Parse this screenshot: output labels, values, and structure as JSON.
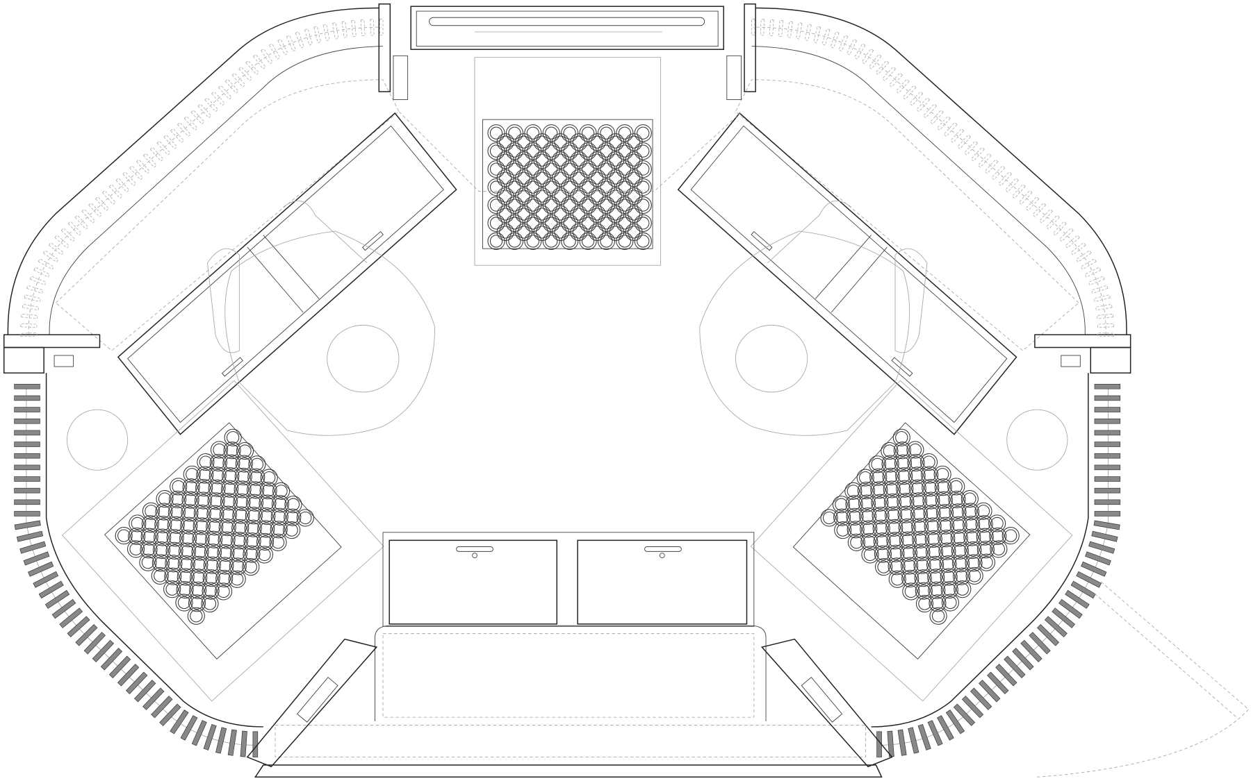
{
  "drawing": {
    "type": "floor-plan",
    "colors": {
      "wall": "#222222",
      "slat": "#888888",
      "furniture": "#444444",
      "hidden": "#aaaaaa",
      "background": "#ffffff"
    },
    "fan_grid": {
      "rows": 7,
      "cols": 9
    }
  }
}
